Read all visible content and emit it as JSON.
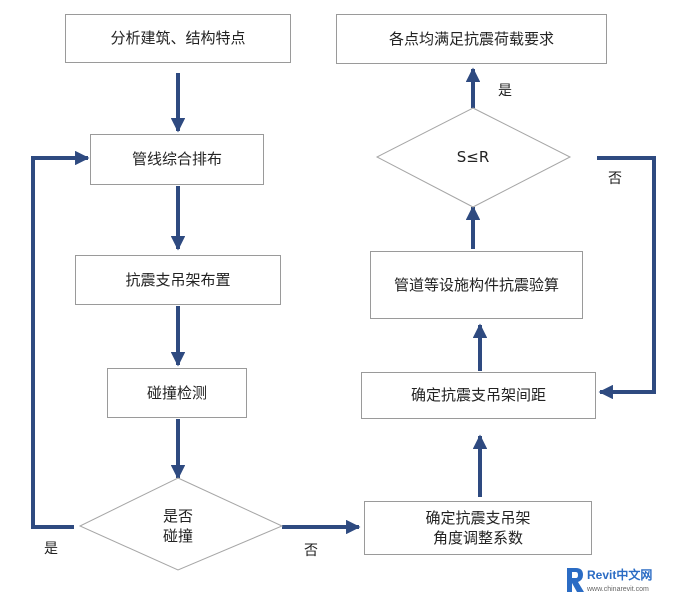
{
  "nodes": {
    "analyze": "分析建筑、结构特点",
    "pipeline": "管线综合排布",
    "layout": "抗震支吊架布置",
    "collision_check": "碰撞检测",
    "collision_decision_l1": "是否",
    "collision_decision_l2": "碰撞",
    "adjust_angle_l1": "确定抗震支吊架",
    "adjust_angle_l2": "角度调整系数",
    "spacing": "确定抗震支吊架间距",
    "verify": "管道等设施构件抗震验算",
    "s_le_r": "S≤R",
    "satisfied": "各点均满足抗震荷载要求"
  },
  "edge_labels": {
    "collision_yes": "是",
    "collision_no": "否",
    "sr_yes": "是",
    "sr_no": "否"
  },
  "watermark": {
    "logo_text": "Revit中文网",
    "url": "www.chinarevit.com"
  },
  "colors": {
    "arrow": "#2e4a80",
    "box_border": "#9a9a9a",
    "diamond_border": "#a6a6a6"
  }
}
